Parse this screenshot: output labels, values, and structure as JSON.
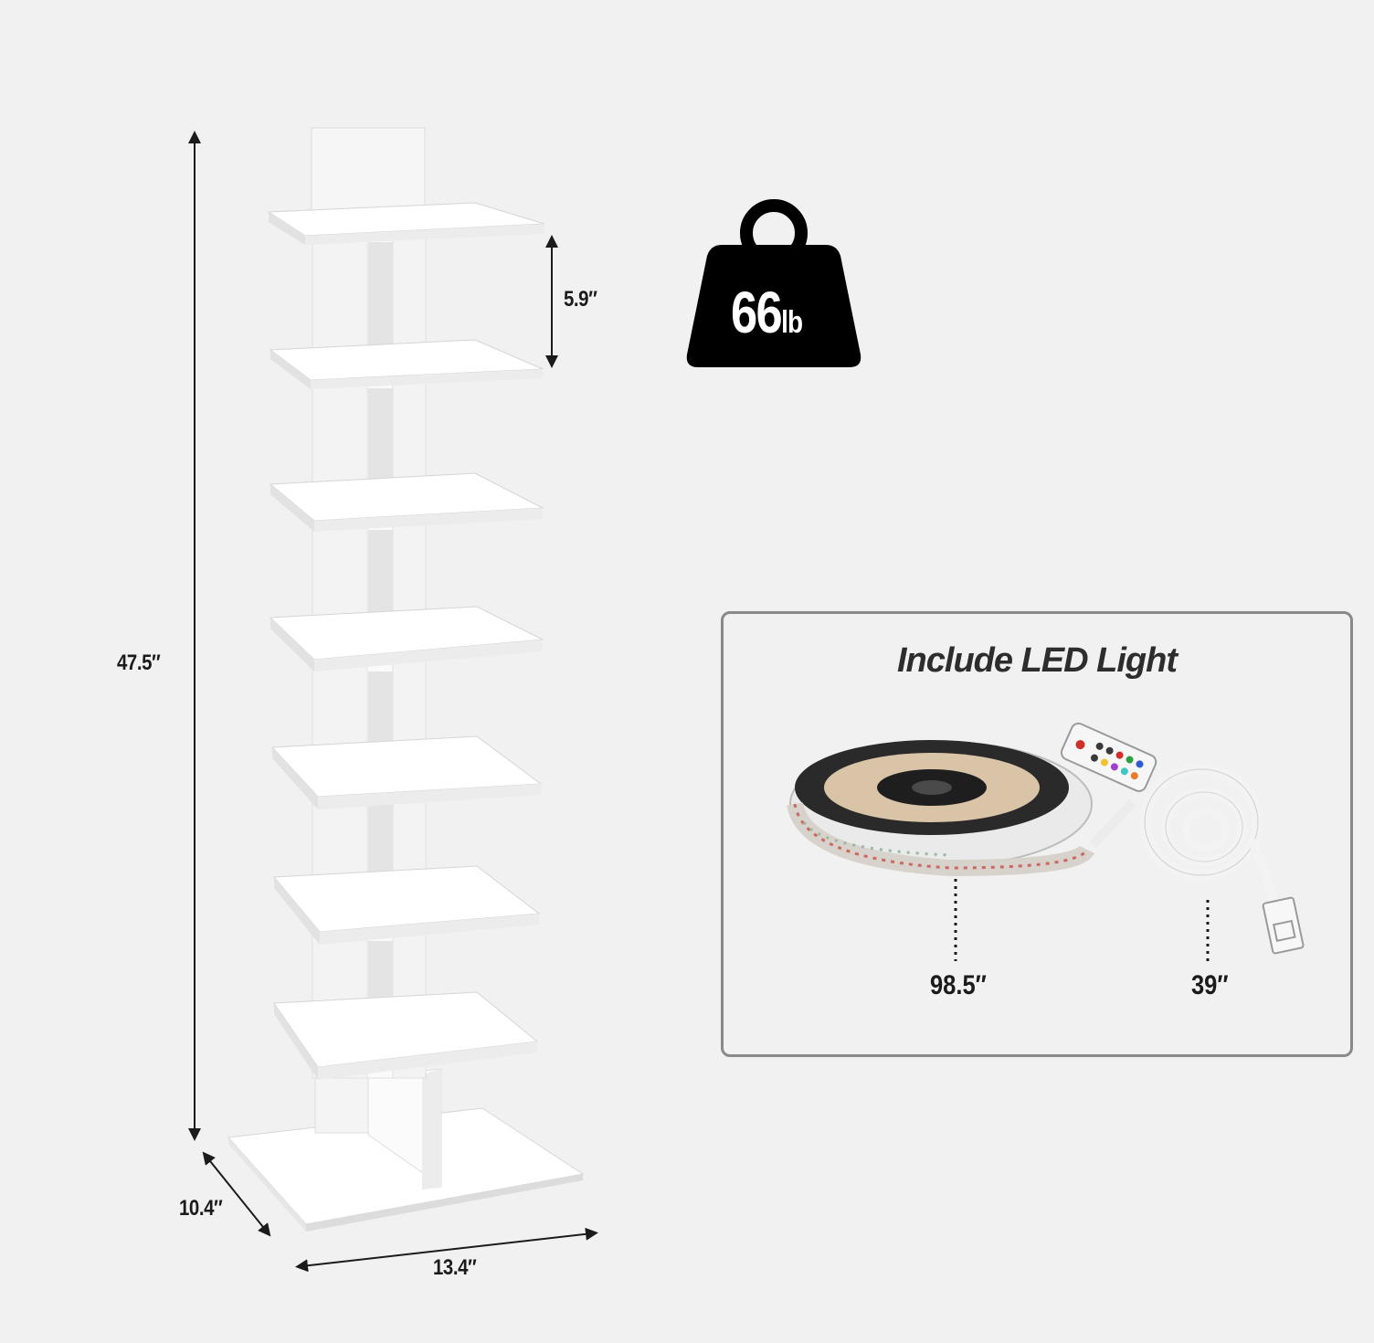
{
  "dimensions": {
    "height": "47.5″",
    "shelf_gap": "5.9″",
    "depth": "10.4″",
    "width": "13.4″"
  },
  "weight": {
    "value": "66",
    "unit": "lb"
  },
  "led_box": {
    "title": "Include LED Light",
    "strip_length": "98.5″",
    "cable_length": "39″"
  },
  "colors": {
    "background": "#f1f1f1",
    "shelf": "#ffffff",
    "weight_icon": "#000000",
    "panel_border": "#8a8a8a"
  }
}
